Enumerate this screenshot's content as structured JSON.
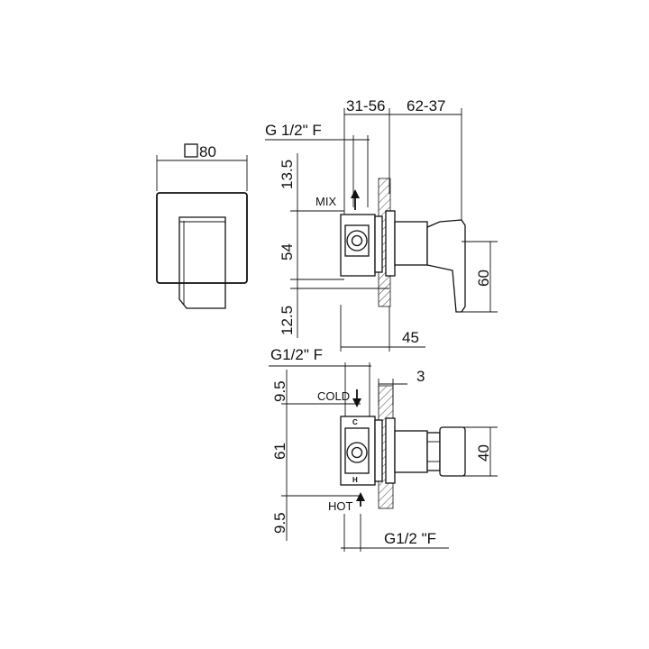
{
  "front_view": {
    "size_label": "80",
    "size_symbol": "square-size-icon"
  },
  "side_view": {
    "top_dims": [
      "31-56",
      "62-37"
    ],
    "connection_top": "G 1/2\" F",
    "vertical_dims": [
      "13.5",
      "54",
      "12.5"
    ],
    "outlet_label": "MIX",
    "lever_height": "60",
    "depth": "45"
  },
  "bottom_view": {
    "connection_top": "G1/2\" F",
    "plate_thickness": "3",
    "vertical_dims": [
      "9.5",
      "61",
      "9.5"
    ],
    "cold_label": "COLD",
    "hot_label": "HOT",
    "cold_mark": "C",
    "hot_mark": "H",
    "knob_height": "40",
    "connection_bottom": "G1/2 \"F"
  },
  "colors": {
    "line": "#111111",
    "background": "#ffffff"
  }
}
